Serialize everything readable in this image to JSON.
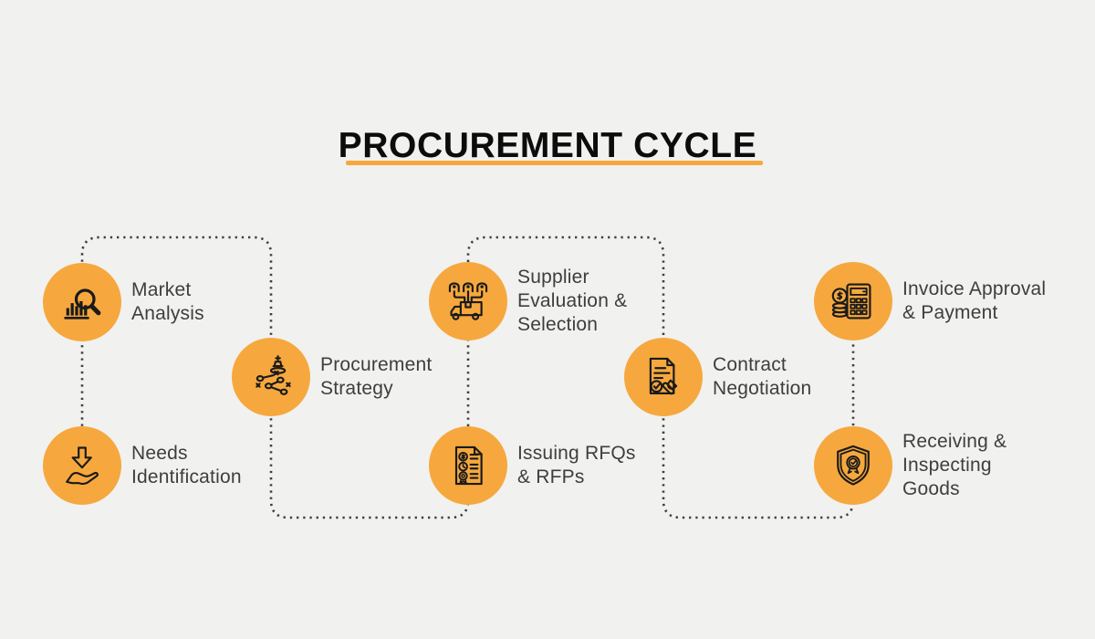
{
  "title": "PROCUREMENT CYCLE",
  "colors": {
    "background": "#F1F1EF",
    "accent_orange": "#F6A83E",
    "icon_stroke": "#1A1A1A",
    "label_text": "#3E3E3E",
    "title_text": "#0C0C0C",
    "connector_dots": "#3F3F3F"
  },
  "connector": {
    "style": "dotted-serpentine",
    "color": "#3F3F3F"
  },
  "steps": [
    {
      "id": "needs-identification",
      "label": "Needs\nIdentification",
      "icon": "arrow-into-hand-icon"
    },
    {
      "id": "market-analysis",
      "label": "Market\nAnalysis",
      "icon": "bar-chart-magnifier-icon"
    },
    {
      "id": "procurement-strategy",
      "label": "Procurement\nStrategy",
      "icon": "chess-strategy-icon"
    },
    {
      "id": "issuing-rfqs-rfps",
      "label": "Issuing RFQs\n& RFPs",
      "icon": "rfq-document-icon"
    },
    {
      "id": "supplier-evaluation-selection",
      "label": "Supplier\nEvaluation &\nSelection",
      "icon": "supplier-truck-icon"
    },
    {
      "id": "contract-negotiation",
      "label": "Contract\nNegotiation",
      "icon": "contract-stamp-icon"
    },
    {
      "id": "receiving-inspecting-goods",
      "label": "Receiving &\nInspecting\nGoods",
      "icon": "shield-badge-icon"
    },
    {
      "id": "invoice-approval-payment",
      "label": "Invoice Approval\n& Payment",
      "icon": "calculator-coins-icon"
    }
  ]
}
